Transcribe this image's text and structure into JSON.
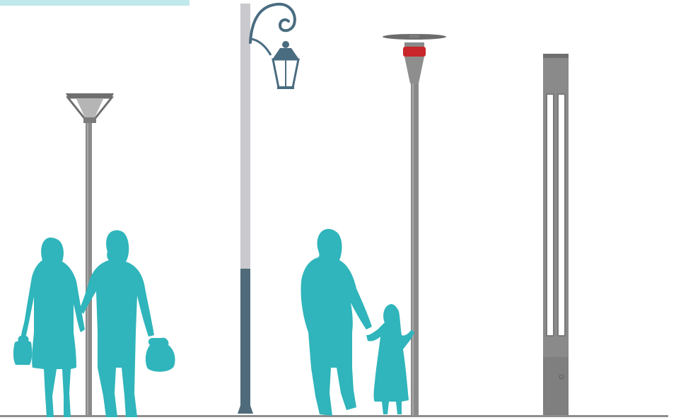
{
  "colors": {
    "silhouette": "#2fb5bb",
    "pole_gray": "#8a8a8a",
    "pole_light": "#c9c9ce",
    "pole_dark_blue": "#4f6b7b",
    "lantern_blue": "#4a6c80",
    "accent_red": "#c8262a",
    "ground": "#8d8d8d",
    "top_band": "#bfe9ec",
    "background": "#ffffff"
  },
  "icons": [
    "woman-silhouette",
    "man-silhouette",
    "shopping-bag-icon",
    "father-silhouette",
    "child-silhouette",
    "funnel-lamp-post",
    "lantern-lamp-post",
    "disc-lamp-post",
    "bollard-column-light"
  ]
}
